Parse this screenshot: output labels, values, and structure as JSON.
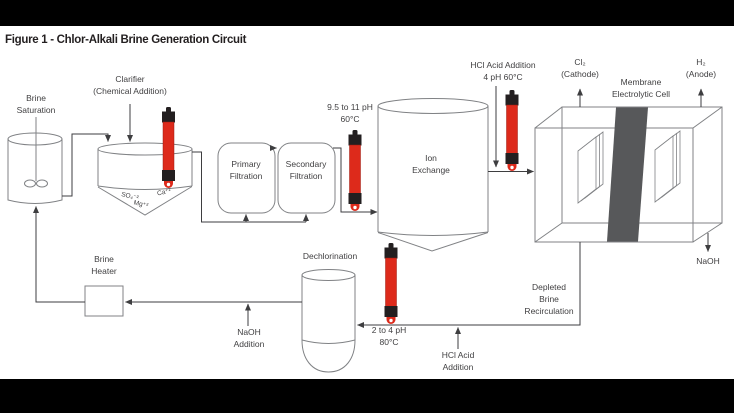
{
  "title": "Figure 1 - Chlor-Alkali Brine Generation Circuit",
  "labels": {
    "brine_saturation": "Brine\nSaturation",
    "clarifier": "Clarifier\n(Chemical Addition)",
    "primary_filtration": "Primary\nFiltration",
    "secondary_filtration": "Secondary\nFiltration",
    "ph_after_filtration": "9.5 to 11 pH\n60°C",
    "ion_exchange": "Ion\nExchange",
    "hcl_addition_top": "HCl Acid Addition\n4 pH 60°C",
    "chlorine_out": "Cl₂\n(Cathode)",
    "membrane_cell": "Membrane\nElectrolytic Cell",
    "hydrogen_out": "H₂\n(Anode)",
    "naoh_out": "NaOH",
    "depleted_brine": "Depleted\nBrine\nRecirculation",
    "dechlorination": "Dechlorination",
    "ph_dechlorination": "2 to 4 pH\n80°C",
    "hcl_addition_bottom": "HCl Acid\nAddition",
    "naoh_addition": "NaOH\nAddition",
    "brine_heater": "Brine\nHeater"
  },
  "clarifier_ions": {
    "so4": "SO₄⁻²",
    "ca": "Ca⁺²",
    "mg": "Mg⁺²"
  },
  "colors": {
    "probe_red": "#dd2a1b",
    "probe_black": "#231f20",
    "membrane_gray": "#57585a",
    "flow_line": "#3e3e40",
    "vessel_outline": "#808285",
    "label_text": "#414042",
    "title_text": "#231f20",
    "letterbox": "#000000",
    "background": "#ffffff"
  }
}
